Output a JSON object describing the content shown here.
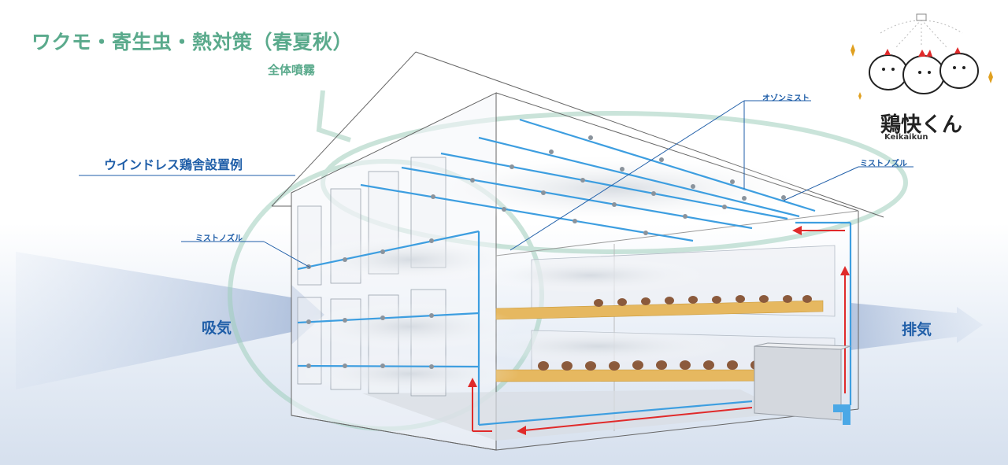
{
  "title": "ワクモ・寄生虫・熱対策（春夏秋）",
  "subtitle": "全体噴霧",
  "example_label": "ウインドレス鶏舎設置例",
  "callouts": {
    "ozone_mist": "オゾンミスト",
    "mist_nozzle_right": "ミストノズル",
    "mist_nozzle_left": "ミストノズル"
  },
  "flow": {
    "intake": "吸気",
    "exhaust": "排気"
  },
  "logo": {
    "name": "鶏快くん",
    "romaji": "Keikaikun"
  },
  "colors": {
    "title_green": "#5aaa8c",
    "label_blue": "#1f5ea8",
    "pipe_blue": "#3d9ee0",
    "return_red": "#e02a2a",
    "feed_belt": "#e6b860"
  }
}
